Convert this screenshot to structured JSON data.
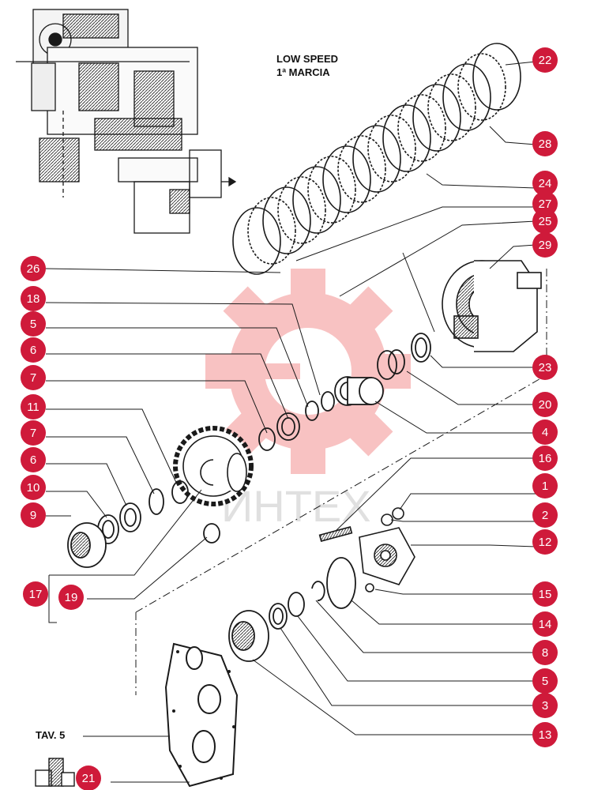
{
  "title": {
    "line1": "LOW SPEED",
    "line2": "1ª MARCIA"
  },
  "plate_label": "TAV. 5",
  "colors": {
    "badge": "#cf1a3a",
    "ink": "#1a1a1a",
    "watermark": "#f2a5a5"
  },
  "watermark_text": "ИНТЕХ",
  "callouts_left": [
    "26",
    "18",
    "5",
    "6",
    "7",
    "11",
    "7",
    "6",
    "10",
    "9",
    "17",
    "19"
  ],
  "callouts_right": [
    "22",
    "28",
    "24",
    "27",
    "25",
    "29",
    "23",
    "20",
    "4",
    "16",
    "1",
    "2",
    "12",
    "15",
    "14",
    "8",
    "5",
    "3",
    "13"
  ],
  "callout_bottom": "21"
}
